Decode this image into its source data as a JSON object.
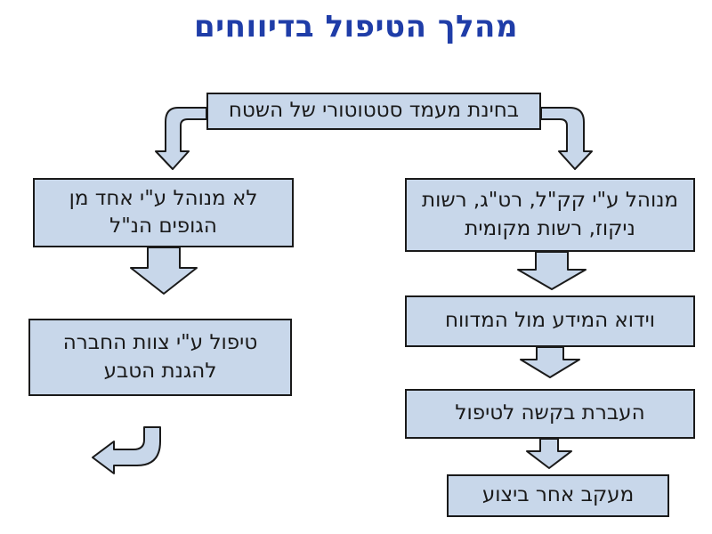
{
  "title": "מהלך הטיפול בדיווחים",
  "nodes": {
    "root": {
      "label": "בחינת מעמד סטטוטורי של השטח"
    },
    "left1": {
      "label": "לא מנוהל ע\"י אחד מן\nהגופים הנ\"ל"
    },
    "right1": {
      "label": "מנוהל ע\"י קק\"ל, רט\"ג, רשות\nניקוז, רשות מקומית"
    },
    "left2": {
      "label": "טיפול ע\"י צוות החברה\nלהגנת הטבע"
    },
    "right2": {
      "label": "וידוא המידע מול המדווח"
    },
    "right3": {
      "label": "העברת בקשה לטיפול"
    },
    "right4": {
      "label": "מעקב אחר ביצוע"
    }
  },
  "arrows": [
    "branch-left-elbow-arrow",
    "branch-right-elbow-arrow",
    "left-down-block-arrow",
    "right-down-block-arrow-1",
    "right-down-block-arrow-2",
    "right-down-block-arrow-3",
    "u-turn-left-arrow"
  ],
  "colors": {
    "title_color": "#1f3da8",
    "box_fill": "#c8d7ea",
    "line_color": "#1a1a1a"
  }
}
